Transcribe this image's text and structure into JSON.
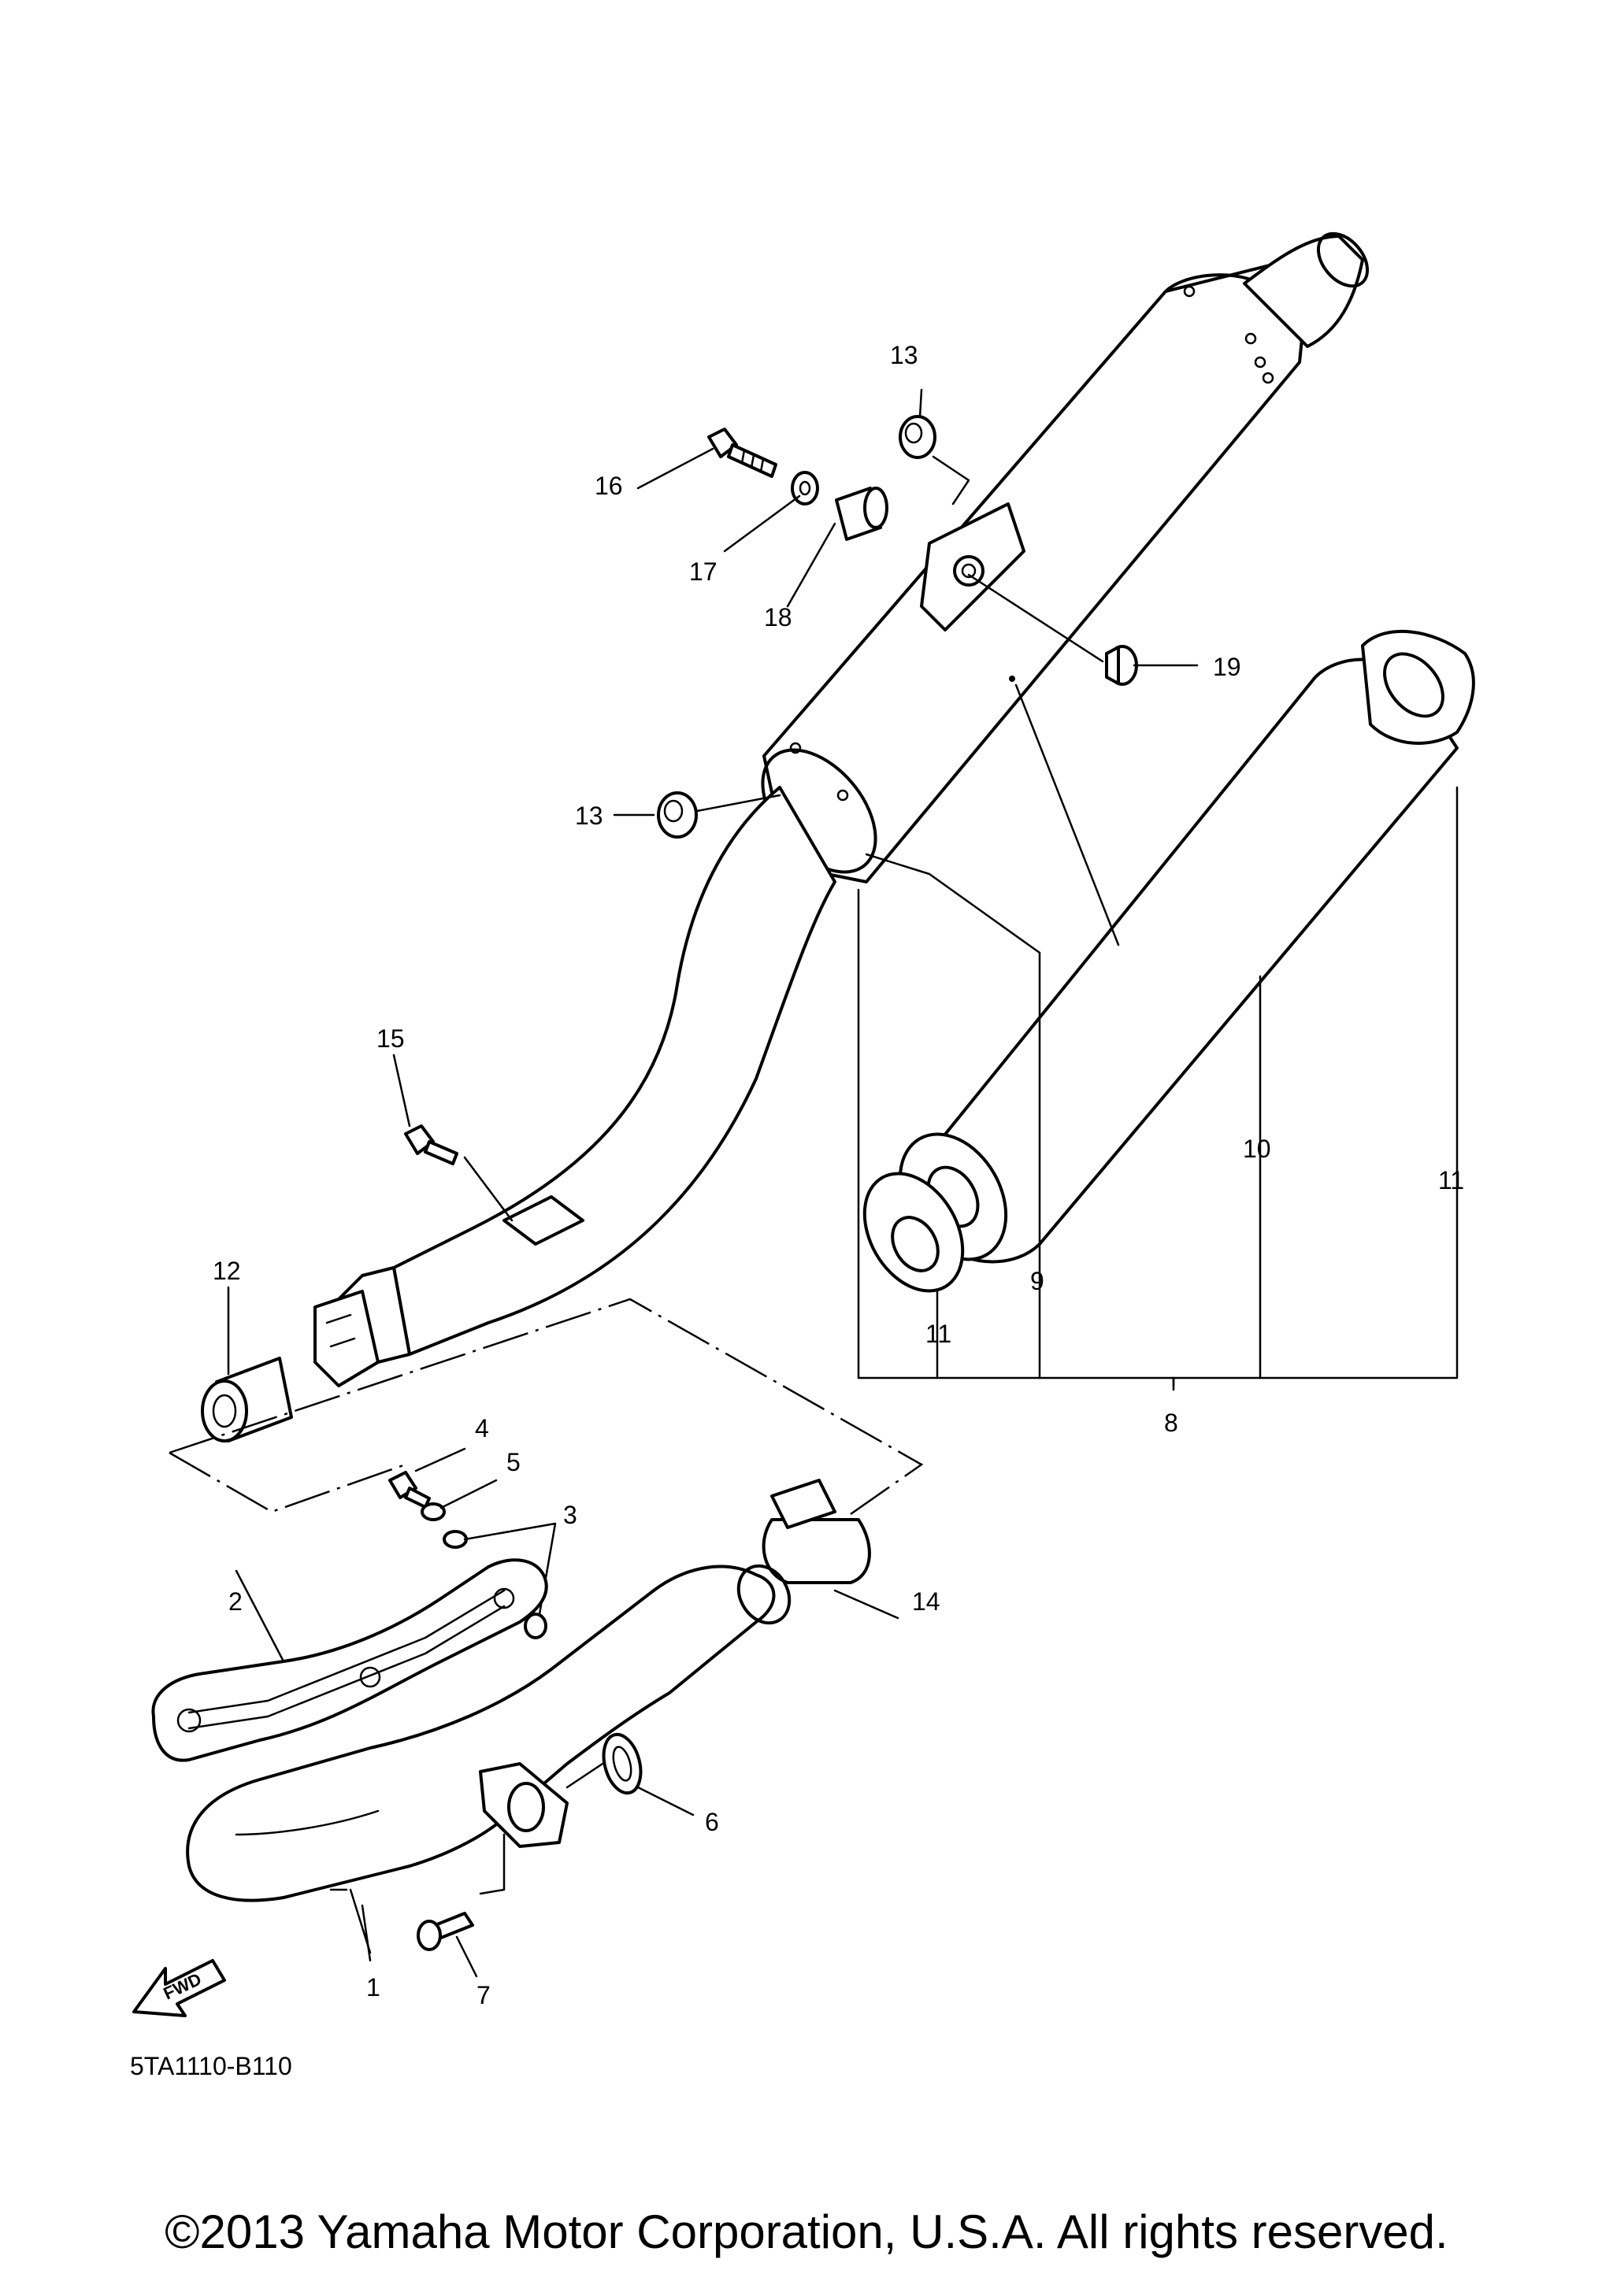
{
  "labels": [
    {
      "id": "1",
      "text": "1"
    },
    {
      "id": "2",
      "text": "2"
    },
    {
      "id": "3",
      "text": "3"
    },
    {
      "id": "4",
      "text": "4"
    },
    {
      "id": "5",
      "text": "5"
    },
    {
      "id": "6",
      "text": "6"
    },
    {
      "id": "7",
      "text": "7"
    },
    {
      "id": "8",
      "text": "8"
    },
    {
      "id": "9",
      "text": "9"
    },
    {
      "id": "10",
      "text": "10"
    },
    {
      "id": "11a",
      "text": "11"
    },
    {
      "id": "11b",
      "text": "11"
    },
    {
      "id": "12",
      "text": "12"
    },
    {
      "id": "13a",
      "text": "13"
    },
    {
      "id": "13b",
      "text": "13"
    },
    {
      "id": "14",
      "text": "14"
    },
    {
      "id": "15",
      "text": "15"
    },
    {
      "id": "16",
      "text": "16"
    },
    {
      "id": "17",
      "text": "17"
    },
    {
      "id": "18",
      "text": "18"
    },
    {
      "id": "19",
      "text": "19"
    }
  ],
  "fwd_label": "FWD",
  "diagram_code": "5TA1110-B110",
  "copyright": "©2013 Yamaha Motor Corporation, U.S.A. All rights reserved."
}
